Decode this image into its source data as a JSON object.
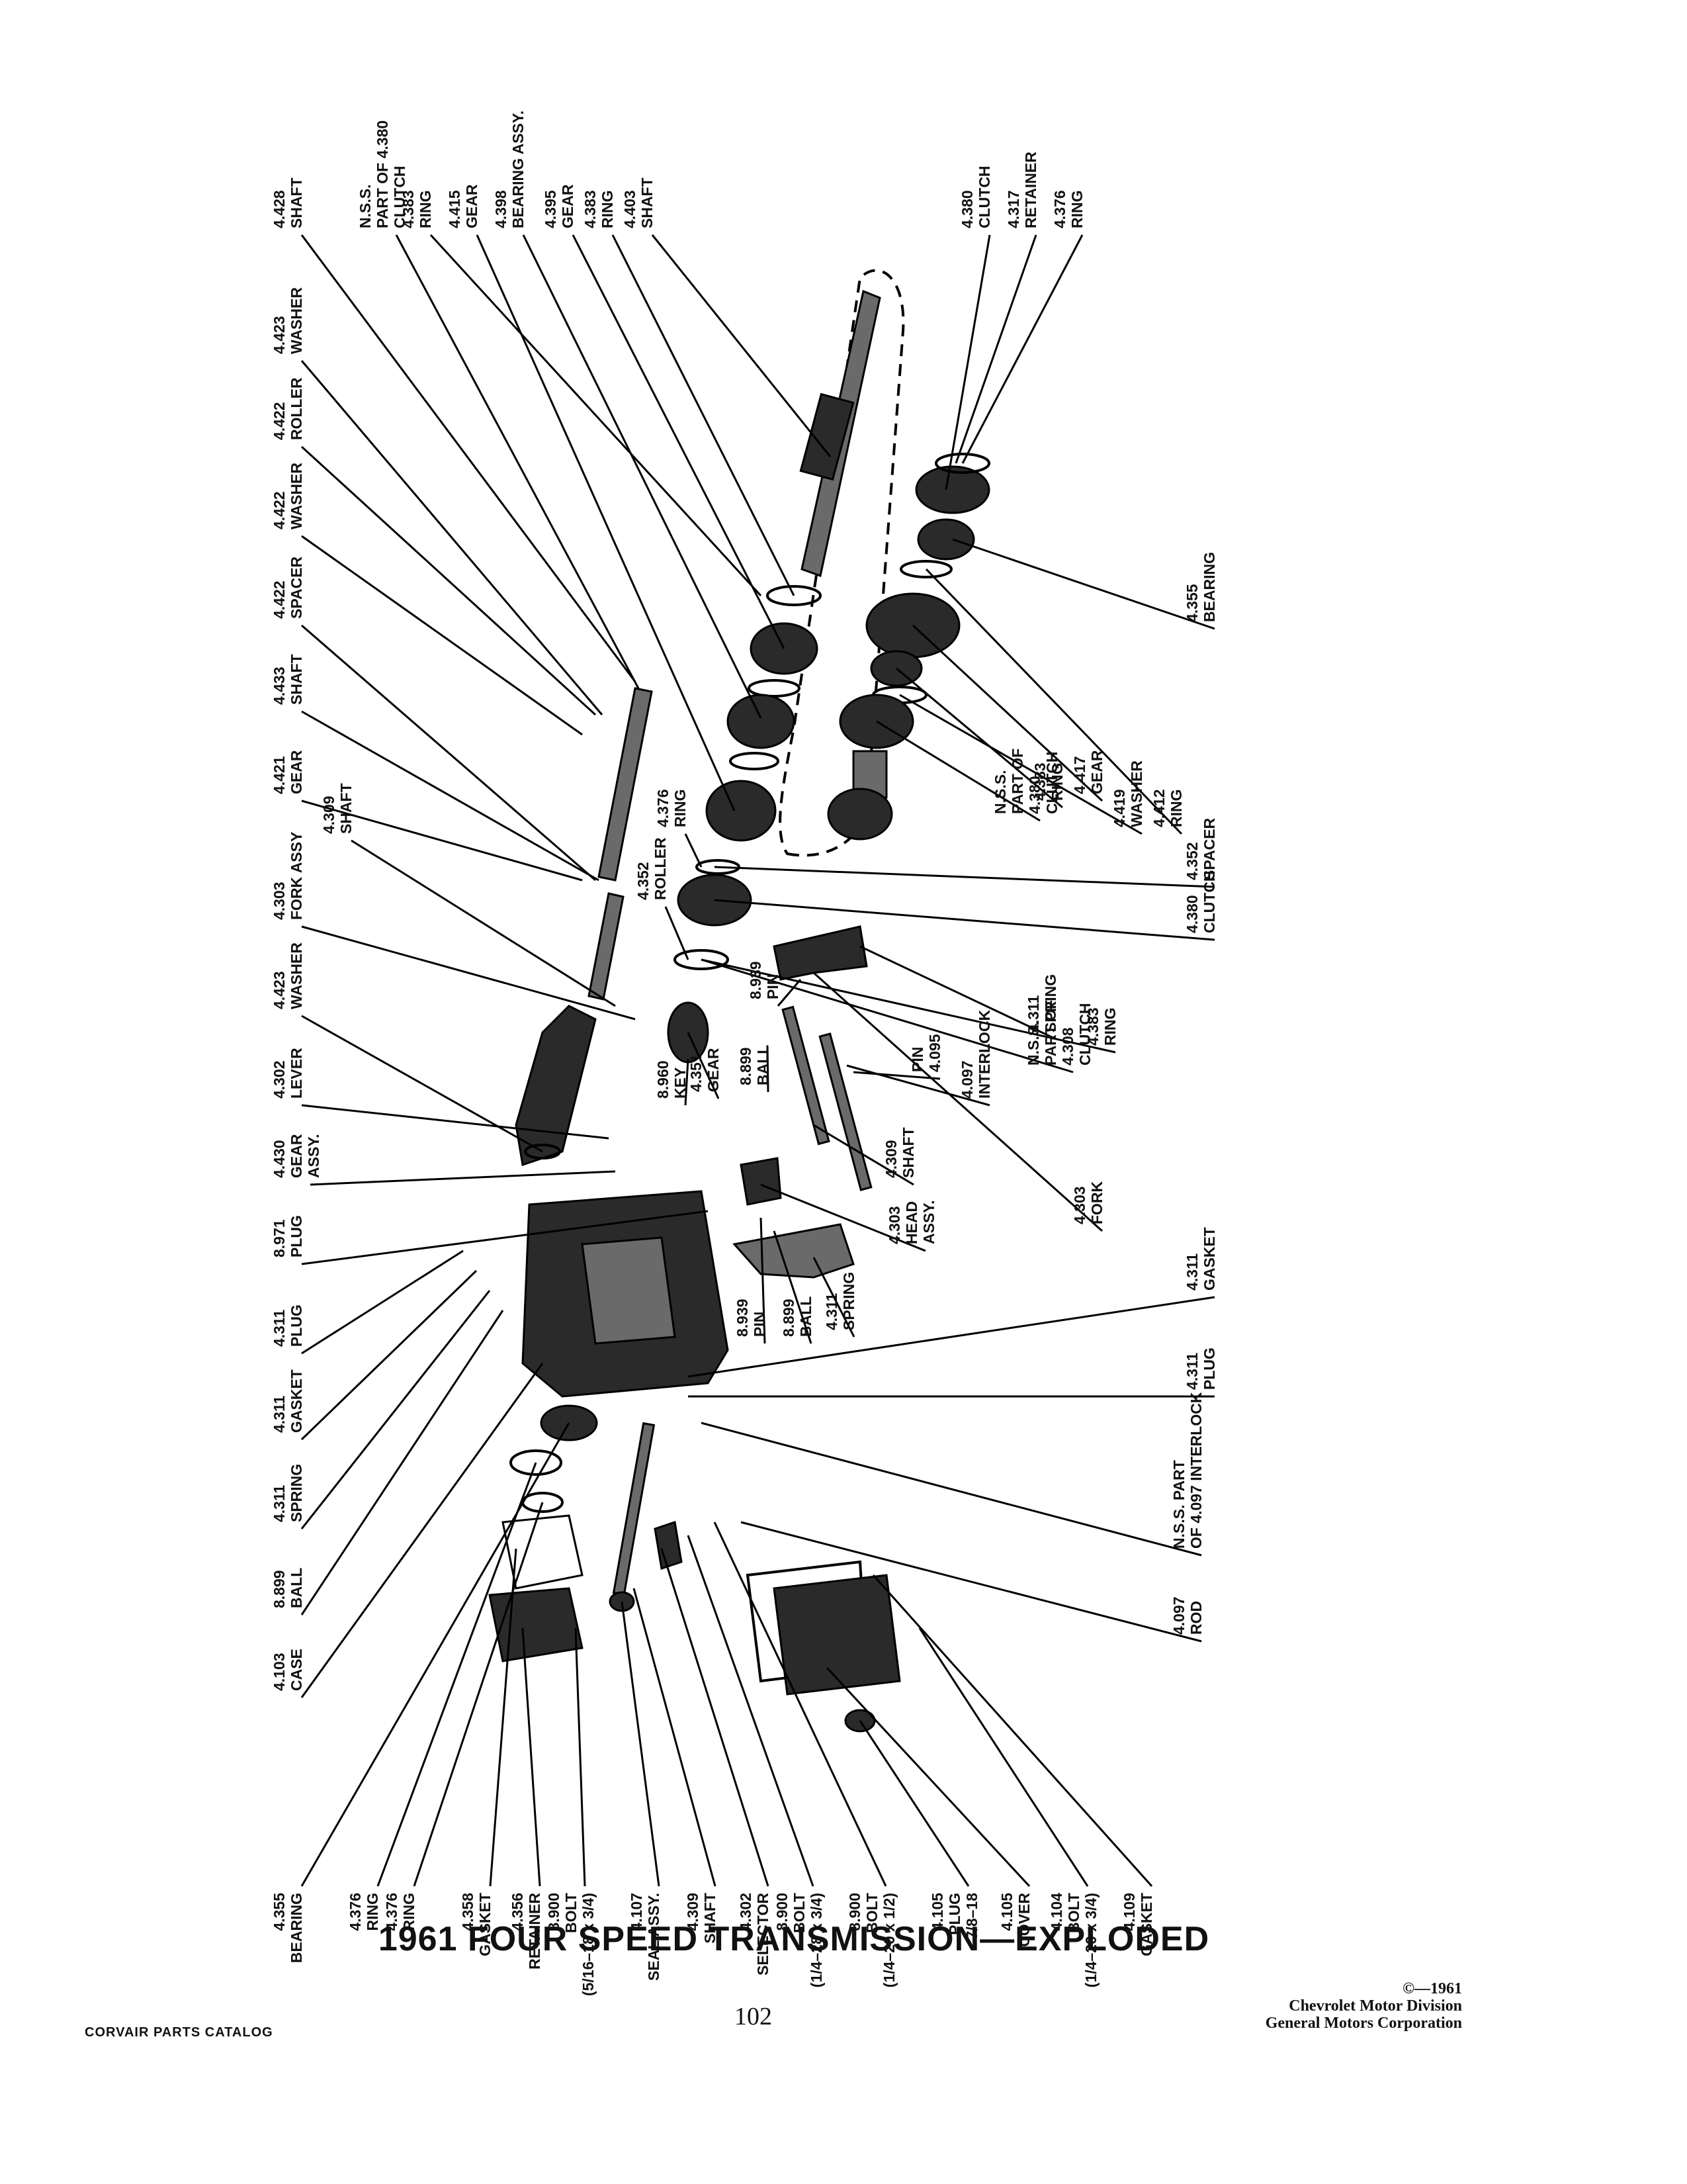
{
  "title": "1961 FOUR SPEED TRANSMISSION—EXPLODED",
  "page_number": "102",
  "catalog_name": "CORVAIR PARTS CATALOG",
  "copyright": [
    "©—1961",
    "Chevrolet Motor Division",
    "General Motors Corporation"
  ],
  "callouts": {
    "top": [
      [
        "4.428",
        "SHAFT"
      ],
      [
        "N.S.S.",
        "PART OF 4.380",
        "CLUTCH"
      ],
      [
        "4.383",
        "RING"
      ],
      [
        "4.415",
        "GEAR"
      ],
      [
        "4.398",
        "BEARING ASSY."
      ],
      [
        "4.395",
        "GEAR"
      ],
      [
        "4.383",
        "RING"
      ],
      [
        "4.403",
        "SHAFT"
      ],
      [
        "4.380",
        "CLUTCH"
      ],
      [
        "4.317",
        "RETAINER"
      ],
      [
        "4.376",
        "RING"
      ]
    ],
    "left": [
      [
        "4.423",
        "WASHER"
      ],
      [
        "4.422",
        "ROLLER"
      ],
      [
        "4.422",
        "WASHER"
      ],
      [
        "4.422",
        "SPACER"
      ],
      [
        "4.433",
        "SHAFT"
      ],
      [
        "4.421",
        "GEAR"
      ],
      [
        "4.309",
        "SHAFT"
      ],
      [
        "4.303",
        "FORK ASSY"
      ],
      [
        "4.423",
        "WASHER"
      ],
      [
        "4.302",
        "LEVER"
      ],
      [
        "4.430",
        "GEAR",
        "ASSY."
      ],
      [
        "8.971",
        "PLUG"
      ],
      [
        "4.311",
        "PLUG"
      ],
      [
        "4.311",
        "GASKET"
      ],
      [
        "4.311",
        "SPRING"
      ],
      [
        "8.899",
        "BALL"
      ],
      [
        "4.103",
        "CASE"
      ]
    ],
    "bottom": [
      [
        "4.355",
        "BEARING"
      ],
      [
        "4.376",
        "RING"
      ],
      [
        "4.376",
        "RING"
      ],
      [
        "4.358",
        "GASKET"
      ],
      [
        "4.356",
        "RETAINER"
      ],
      [
        "8.900",
        "BOLT",
        "(5/16–18 x 3/4)"
      ],
      [
        "4.107",
        "SEAL ASSY."
      ],
      [
        "4.309",
        "SHAFT"
      ],
      [
        "4.302",
        "SELECTOR"
      ],
      [
        "8.900",
        "BOLT",
        "(1/4–28 x 3/4)"
      ],
      [
        "8.900",
        "BOLT",
        "(1/4–20 x 1/2)"
      ],
      [
        "4.105",
        "PLUG",
        "7/8–18"
      ],
      [
        "4.105",
        "COVER"
      ],
      [
        "4.104",
        "BOLT",
        "(1/4–20 x 3/4)"
      ],
      [
        "4.109",
        "GASKET"
      ]
    ],
    "right": [
      [
        "4.355",
        "BEARING"
      ],
      [
        "N.S.S.",
        "PART OF",
        "4.380",
        "CLUTCH"
      ],
      [
        "4.383",
        "RING"
      ],
      [
        "4.417",
        "GEAR"
      ],
      [
        "4.419",
        "WASHER"
      ],
      [
        "4.412",
        "RING"
      ],
      [
        "4.352",
        "SPACER"
      ],
      [
        "4.380",
        "CLUTCH"
      ],
      [
        "4.383",
        "RING"
      ],
      [
        "N.S.S.",
        "PART OF",
        "4.308",
        "CLUTCH"
      ],
      [
        "4.311",
        "SPRING"
      ],
      [
        "4.303",
        "FORK"
      ],
      [
        "4.311",
        "GASKET"
      ],
      [
        "4.311",
        "PLUG"
      ],
      [
        "N.S.S. PART",
        "OF 4.097 INTERLOCK"
      ],
      [
        "4.097",
        "ROD"
      ]
    ],
    "middle": [
      [
        "4.376",
        "RING"
      ],
      [
        "4.352",
        "ROLLER"
      ],
      [
        "8.939",
        "PIN"
      ],
      [
        "8.960",
        "KEY"
      ],
      [
        "4.351",
        "GEAR"
      ],
      [
        "8.899",
        "BALL"
      ],
      [
        "PIN",
        "4.095"
      ],
      [
        "4.097",
        "INTERLOCK"
      ],
      [
        "4.309",
        "SHAFT"
      ],
      [
        "4.303",
        "HEAD",
        "ASSY."
      ],
      [
        "8.939",
        "PIN"
      ],
      [
        "8.899",
        "BALL"
      ],
      [
        "4.311",
        "SPRING"
      ]
    ]
  }
}
